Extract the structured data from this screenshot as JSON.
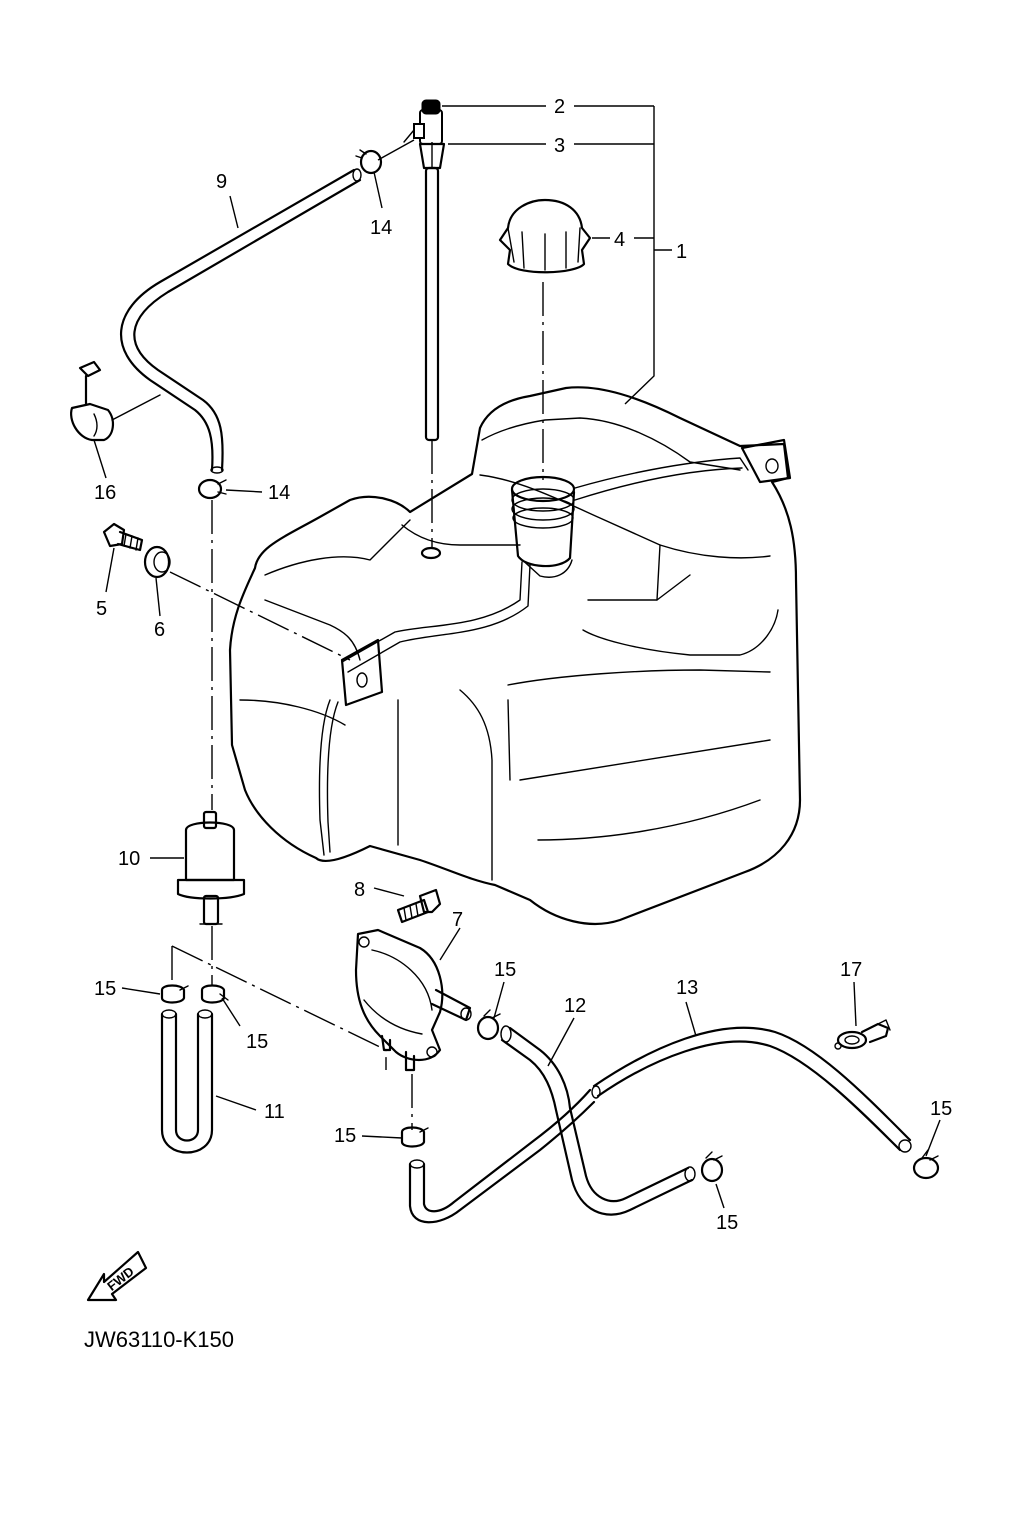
{
  "diagram": {
    "callouts": [
      {
        "id": "c1",
        "label": "1"
      },
      {
        "id": "c2",
        "label": "2"
      },
      {
        "id": "c3",
        "label": "3"
      },
      {
        "id": "c4",
        "label": "4"
      },
      {
        "id": "c5",
        "label": "5"
      },
      {
        "id": "c6",
        "label": "6"
      },
      {
        "id": "c7",
        "label": "7"
      },
      {
        "id": "c8",
        "label": "8"
      },
      {
        "id": "c9",
        "label": "9"
      },
      {
        "id": "c10",
        "label": "10"
      },
      {
        "id": "c11",
        "label": "11"
      },
      {
        "id": "c12",
        "label": "12"
      },
      {
        "id": "c13",
        "label": "13"
      },
      {
        "id": "c14a",
        "label": "14"
      },
      {
        "id": "c14b",
        "label": "14"
      },
      {
        "id": "c15a",
        "label": "15"
      },
      {
        "id": "c15b",
        "label": "15"
      },
      {
        "id": "c15c",
        "label": "15"
      },
      {
        "id": "c15d",
        "label": "15"
      },
      {
        "id": "c15e",
        "label": "15"
      },
      {
        "id": "c15f",
        "label": "15"
      },
      {
        "id": "c16",
        "label": "16"
      },
      {
        "id": "c17",
        "label": "17"
      }
    ],
    "direction_marker": "FWD",
    "drawing_code": "JW63110-K150"
  }
}
